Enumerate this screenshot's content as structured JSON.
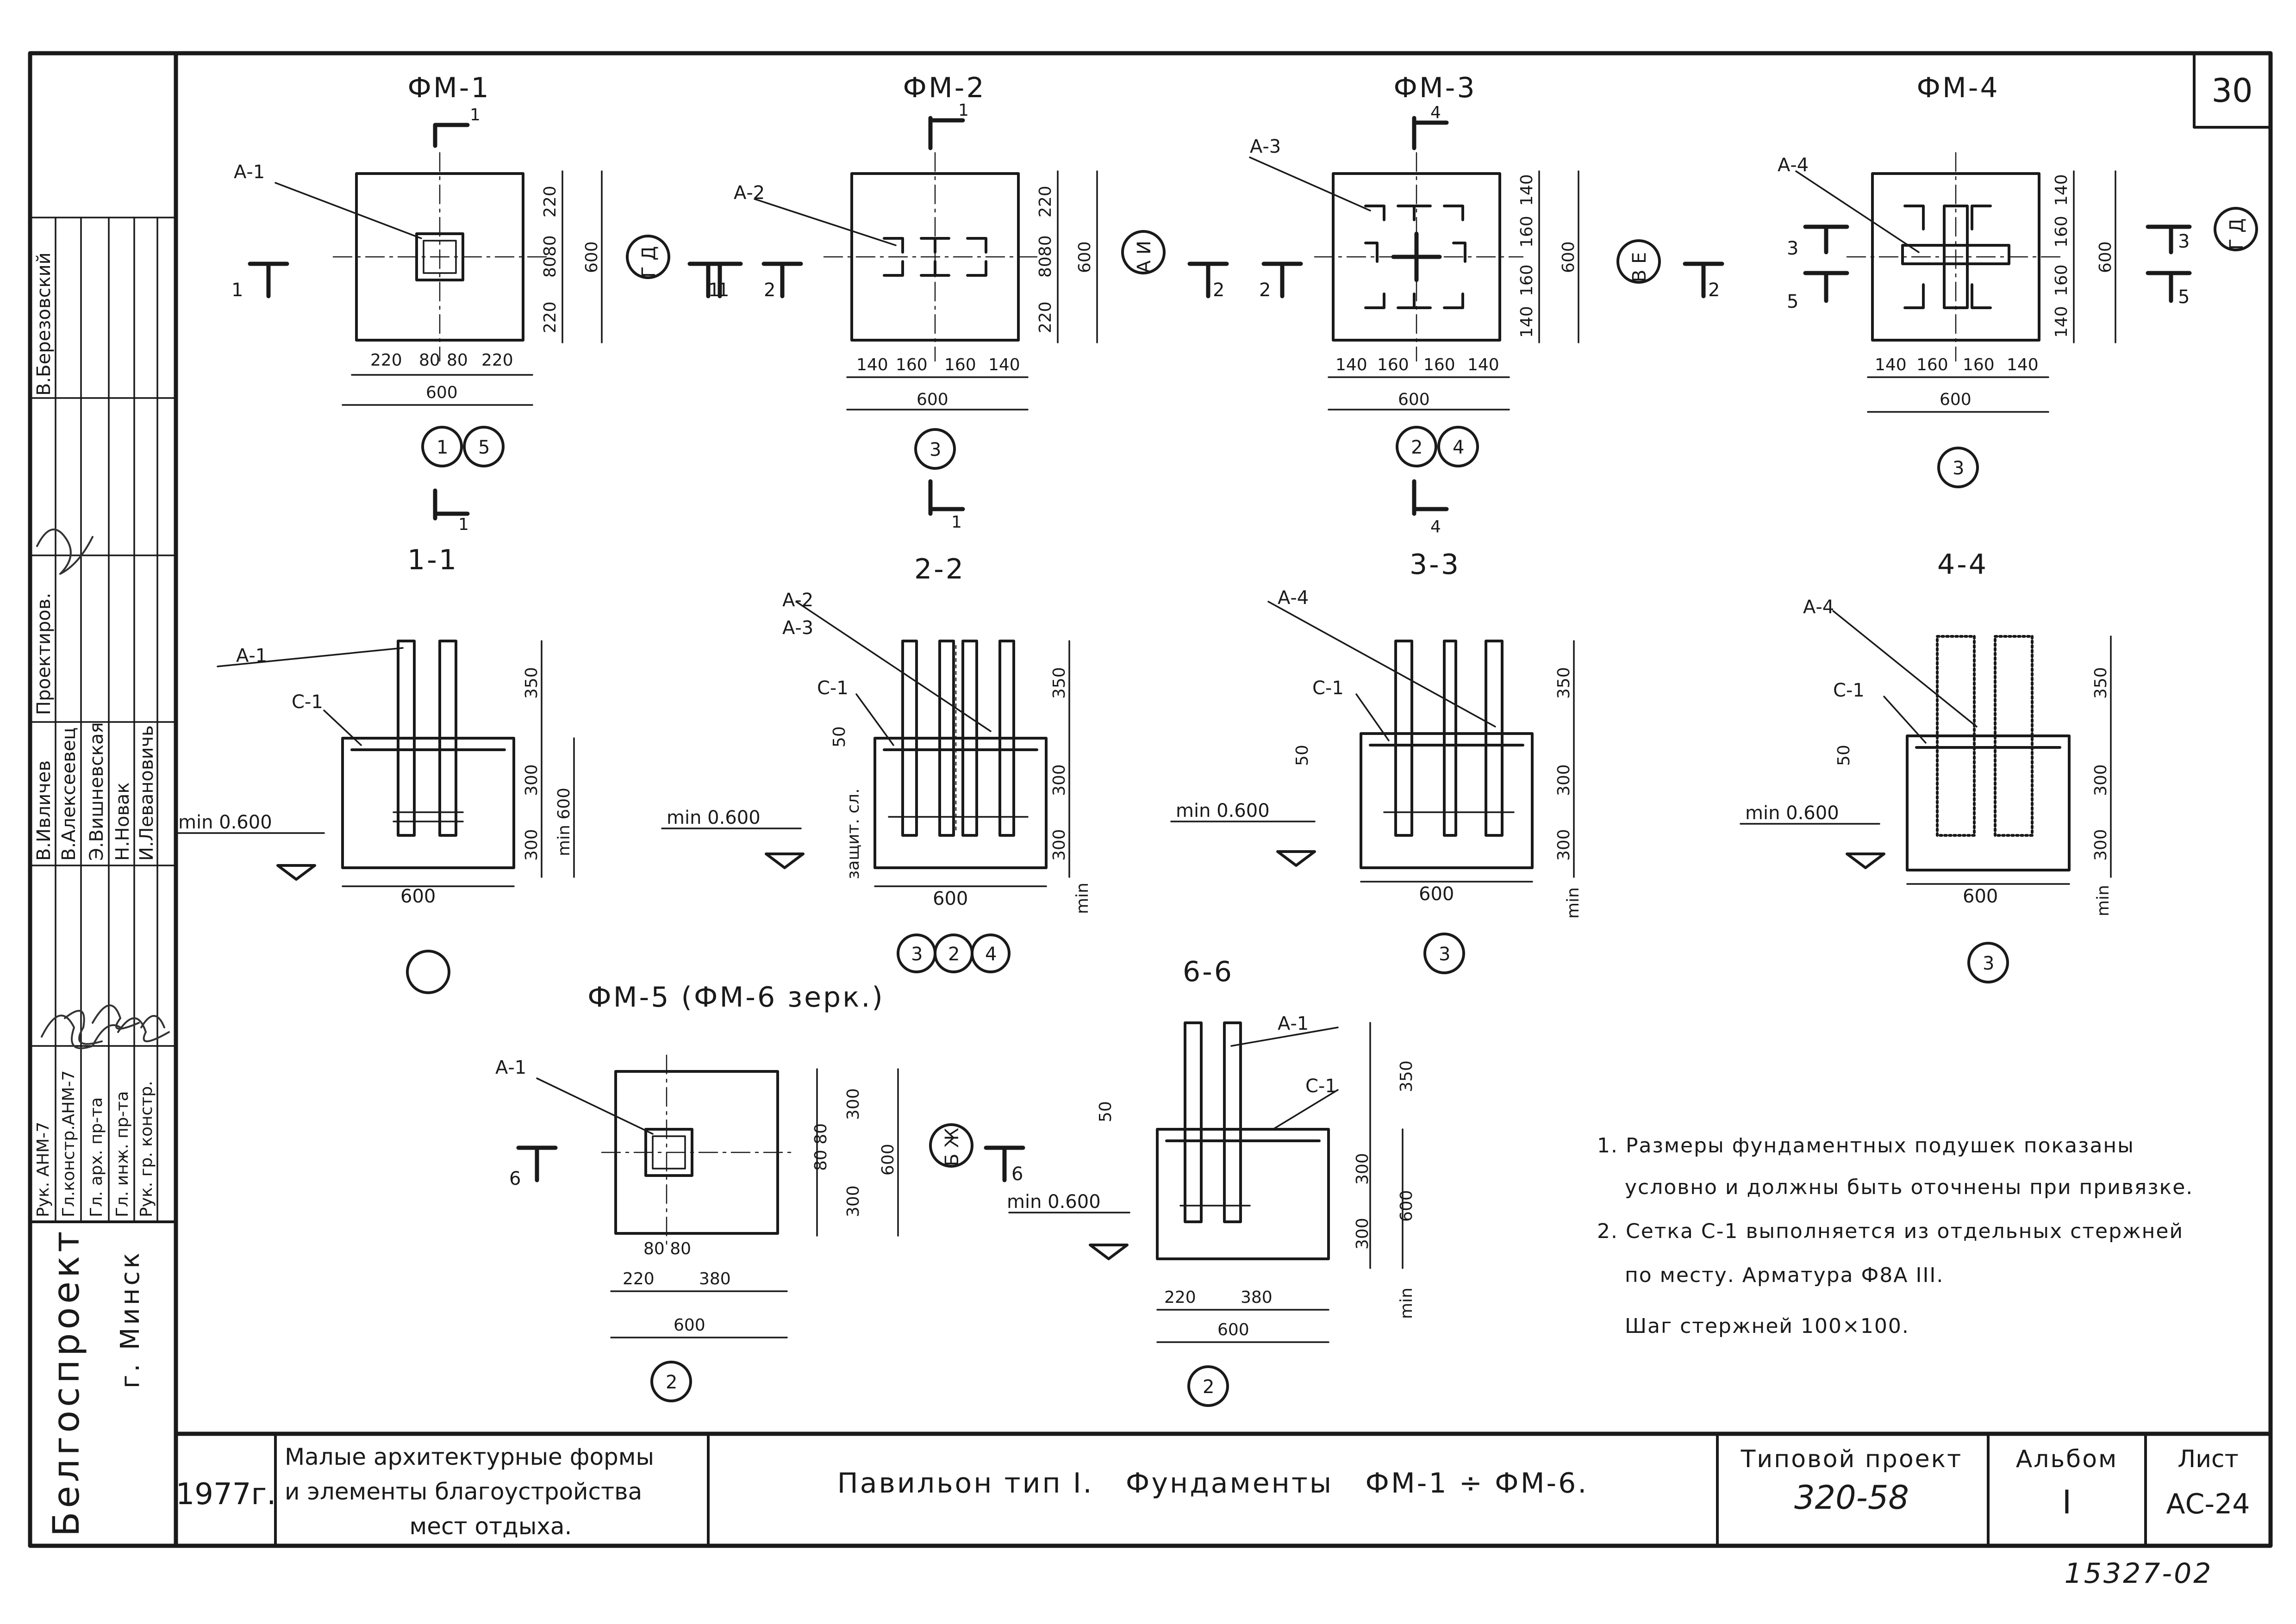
{
  "sheet": {
    "page_number": "30",
    "archive_number": "15327-02"
  },
  "views": {
    "fm1": "ФМ-1",
    "fm2": "ФМ-2",
    "fm3": "ФМ-3",
    "fm4": "ФМ-4",
    "fm5": "ФМ-5 (ФМ-6 зерк.)",
    "s11": "1-1",
    "s22": "2-2",
    "s33": "3-3",
    "s44": "4-4",
    "s66": "6-6"
  },
  "labels": {
    "a1": "А-1",
    "a2": "А-2",
    "a3": "А-3",
    "a4": "А-4",
    "c1": "С-1",
    "min_level": "min 0.600",
    "protective_layer": "защит. сл.",
    "min": "min",
    "min600": "min 600"
  },
  "dims": {
    "d220": "220",
    "d80": "80",
    "d600": "600",
    "d140": "140",
    "d160": "160",
    "d350": "350",
    "d300": "300",
    "d50": "50",
    "d380": "380",
    "d8080": "8080",
    "d80_80": "80 80"
  },
  "axes": {
    "gd": "Г Д",
    "ai": "А И",
    "ve": "В Е",
    "bzh": "Б Ж",
    "n1": "1",
    "n2": "2",
    "n3": "3",
    "n4": "4",
    "n5": "5"
  },
  "cuts": {
    "c1": "1",
    "c2": "2",
    "c3": "3",
    "c4": "4",
    "c5": "5",
    "c6": "6"
  },
  "notes": [
    "1. Размеры фундаментных подушек показаны",
    "условно и должны быть оточнены при привязке.",
    "2. Сетка С-1 выполняется из отдельных стержней",
    "по месту. Арматура Ф8А III.",
    "Шаг стержней 100×100."
  ],
  "side_stamp": {
    "org": "Белгоспроект",
    "city": "г. Минск",
    "names": [
      "В.Березовский",
      "Проектиров.",
      "В.Ивличев",
      "В.Алексеевец",
      "Э.Вишневская",
      "Н.Новак",
      "И.Левановичь"
    ],
    "roles": [
      "Рук. АНМ-7",
      "Гл.констр.АНМ-7",
      "Гл. арх. пр-та",
      "Гл. инж. пр-та",
      "Рук. гр. констр."
    ]
  },
  "title_block": {
    "year": "1977г.",
    "subject_line1": "Малые архитектурные формы",
    "subject_line2": "и элементы благоустройства",
    "subject_line3": "мест отдыха.",
    "drawing_title": "Павильон тип I.   Фундаменты   ФМ-1 ÷ ФМ-6.",
    "project_label": "Типовой проект",
    "project_number": "320-58",
    "album_label": "Альбом",
    "album_value": "I",
    "sheet_label": "Лист",
    "sheet_value": "АС-24"
  }
}
